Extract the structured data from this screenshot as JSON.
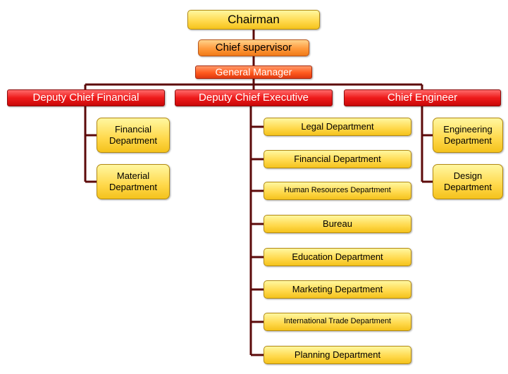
{
  "nodes": {
    "chairman": "Chairman",
    "chief_supervisor": "Chief supervisor",
    "general_manager": "General Manager",
    "deputy_chief_financial": "Deputy Chief Financial",
    "deputy_chief_executive": "Deputy Chief Executive",
    "chief_engineer": "Chief Engineer"
  },
  "financial_branch": [
    "Financial Department",
    "Material Department"
  ],
  "executive_branch": [
    "Legal Department",
    "Financial Department",
    "Human Resources Department",
    "Bureau",
    "Education Department",
    "Marketing Department",
    "International Trade Department",
    "Planning Department"
  ],
  "engineer_branch": [
    "Engineering Department",
    "Design Department"
  ],
  "colors": {
    "connector": "#5c0a0a",
    "yellow_box": "#ffd84a",
    "orange_box": "#ff9a3c",
    "red_orange_box": "#ff5a1e",
    "red_box": "#ee1a1a"
  }
}
